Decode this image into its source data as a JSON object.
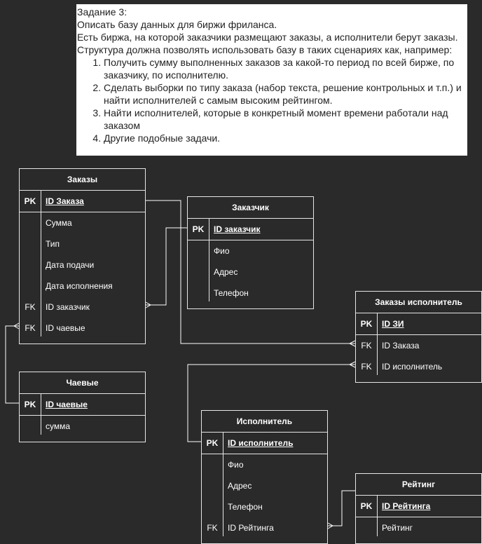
{
  "task": {
    "title": "Задание 3:",
    "line1": "Описать базу данных для биржи фриланса.",
    "line2": "Есть биржа, на которой заказчики размещают заказы, а исполнители берут заказы. Структура должна позволять использовать базу в таких сценариях как, например:",
    "items": [
      "Получить сумму выполненных заказов за какой-то период по всей бирже, по заказчику, по исполнителю.",
      "Сделать выборки по типу заказа (набор текста, решение контрольных и т.п.) и найти исполнителей с самым высоким рейтингом.",
      "Найти исполнителей, которые в конкретный момент времени работали над заказом",
      "Другие подобные задачи."
    ]
  },
  "entities": {
    "orders": {
      "title": "Заказы",
      "pk": {
        "key": "PK",
        "name": "ID Заказа"
      },
      "rows": [
        {
          "key": "",
          "name": "Сумма"
        },
        {
          "key": "",
          "name": "Тип"
        },
        {
          "key": "",
          "name": "Дата подачи"
        },
        {
          "key": "",
          "name": "Дата исполнения"
        },
        {
          "key": "FK",
          "name": "ID заказчик"
        },
        {
          "key": "FK",
          "name": "ID чаевые"
        }
      ]
    },
    "customer": {
      "title": "Заказчик",
      "pk": {
        "key": "PK",
        "name": "ID заказчик"
      },
      "rows": [
        {
          "key": "",
          "name": "Фио"
        },
        {
          "key": "",
          "name": "Адрес"
        },
        {
          "key": "",
          "name": "Телефон"
        }
      ]
    },
    "order_executor": {
      "title": "Заказы исполнитель",
      "pk": {
        "key": "PK",
        "name": "ID ЗИ"
      },
      "rows": [
        {
          "key": "FK",
          "name": "ID Заказа"
        },
        {
          "key": "FK",
          "name": "ID исполнитель"
        }
      ]
    },
    "tips": {
      "title": "Чаевые",
      "pk": {
        "key": "PK",
        "name": "ID чаевые"
      },
      "rows": [
        {
          "key": "",
          "name": "сумма"
        }
      ]
    },
    "executor": {
      "title": "Исполнитель",
      "pk": {
        "key": "PK",
        "name": "ID исполнитель"
      },
      "rows": [
        {
          "key": "",
          "name": "Фио"
        },
        {
          "key": "",
          "name": "Адрес"
        },
        {
          "key": "",
          "name": "Телефон"
        },
        {
          "key": "FK",
          "name": "ID Рейтинга"
        }
      ]
    },
    "rating": {
      "title": "Рейтинг",
      "pk": {
        "key": "PK",
        "name": "ID Рейтинга"
      },
      "rows": [
        {
          "key": "",
          "name": "Рейтинг"
        }
      ]
    }
  },
  "colors": {
    "background": "#2a2a2a",
    "line": "#ffffff",
    "task_bg": "#ffffff"
  }
}
